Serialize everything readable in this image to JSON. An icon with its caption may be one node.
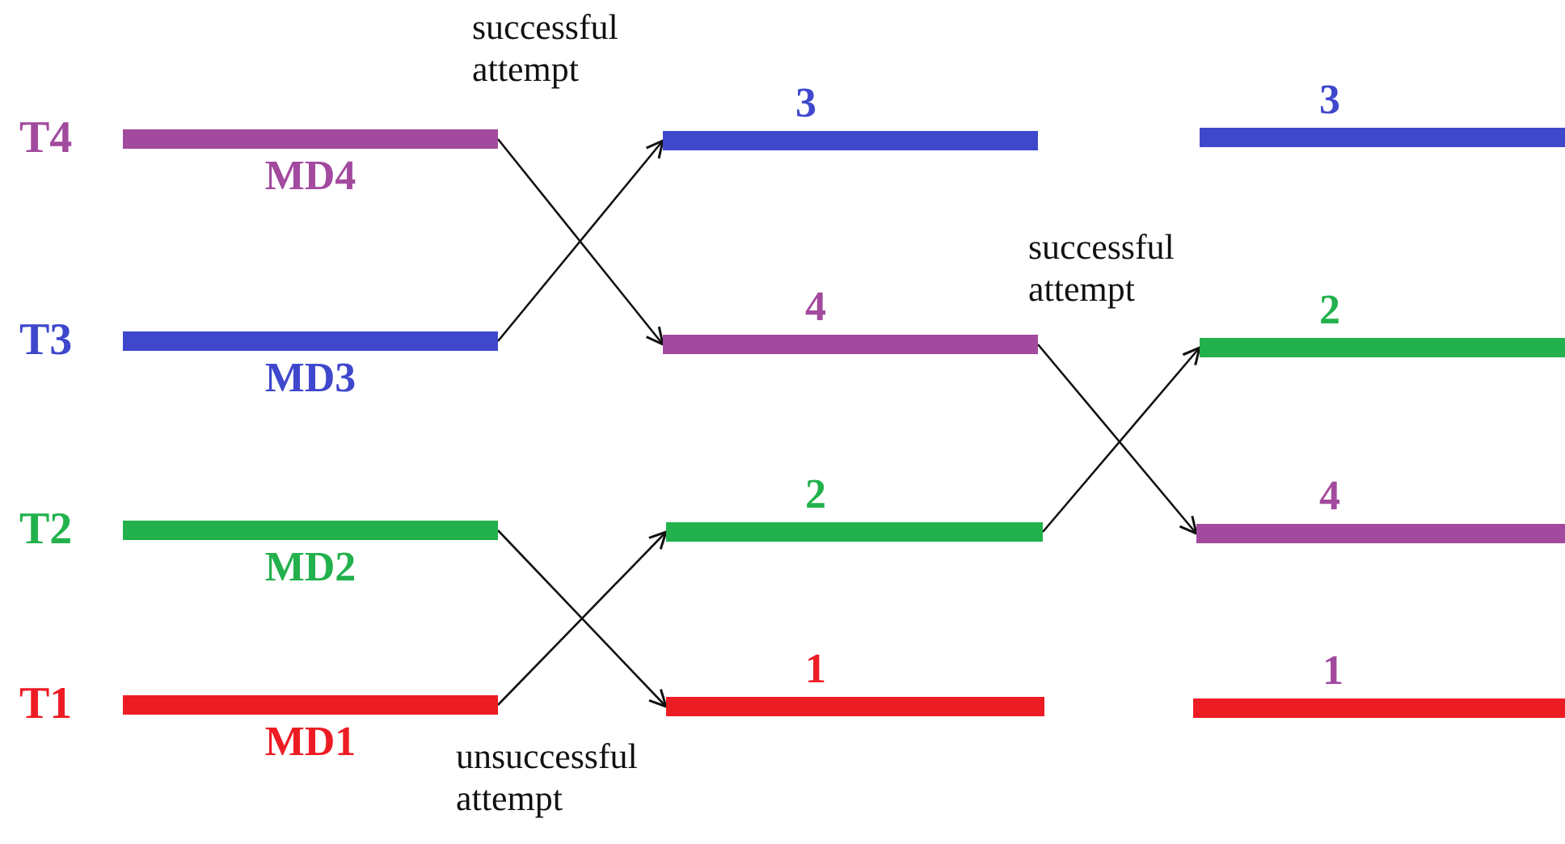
{
  "diagram": {
    "nodes": [
      {
        "text": [
          "MD4"
        ],
        "beside": [
          "T4"
        ]
      },
      {
        "text": [
          "3"
        ]
      },
      {
        "text": [
          "3"
        ]
      },
      {
        "text": [
          "MD3"
        ],
        "beside": [
          "T3"
        ]
      },
      {
        "text": [
          "4"
        ]
      },
      {
        "text": [
          "2"
        ]
      },
      {
        "text": [
          "MD2"
        ],
        "beside": [
          "T2"
        ]
      },
      {
        "text": [
          "2"
        ]
      },
      {
        "text": [
          "4"
        ]
      },
      {
        "text": [
          "MD1"
        ],
        "beside": [
          "T1"
        ]
      },
      {
        "text": [
          "1"
        ]
      },
      {
        "text": [
          "1"
        ]
      }
    ],
    "edges": [
      {
        "from": 0,
        "to": 4,
        "arrow": "to"
      },
      {
        "from": 3,
        "to": 1,
        "arrow": "to"
      },
      {
        "from": 6,
        "to": 10,
        "arrow": "to"
      },
      {
        "from": 9,
        "to": 7,
        "arrow": "to"
      },
      {
        "from": 4,
        "to": 8,
        "arrow": "to"
      },
      {
        "from": 7,
        "to": 5,
        "arrow": "to"
      }
    ],
    "labels": [
      "successful attempt",
      "successful attempt",
      "unsuccessful attempt"
    ]
  }
}
